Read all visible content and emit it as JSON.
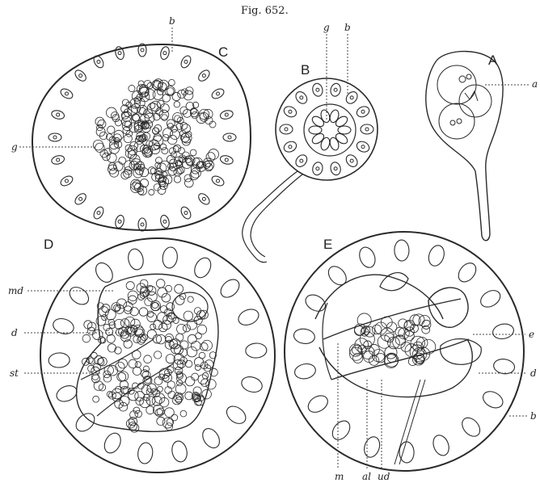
{
  "figure": {
    "title": "Fig. 652.",
    "panels": {
      "A": {
        "letter": "A",
        "labels": [
          "a"
        ]
      },
      "B": {
        "letter": "B",
        "labels": [
          "g",
          "b"
        ]
      },
      "C": {
        "letter": "C",
        "labels": [
          "b",
          "g"
        ]
      },
      "D": {
        "letter": "D",
        "labels": [
          "md",
          "d",
          "st"
        ]
      },
      "E": {
        "letter": "E",
        "labels": [
          "e",
          "d",
          "b",
          "m",
          "al",
          "ud"
        ]
      }
    }
  }
}
